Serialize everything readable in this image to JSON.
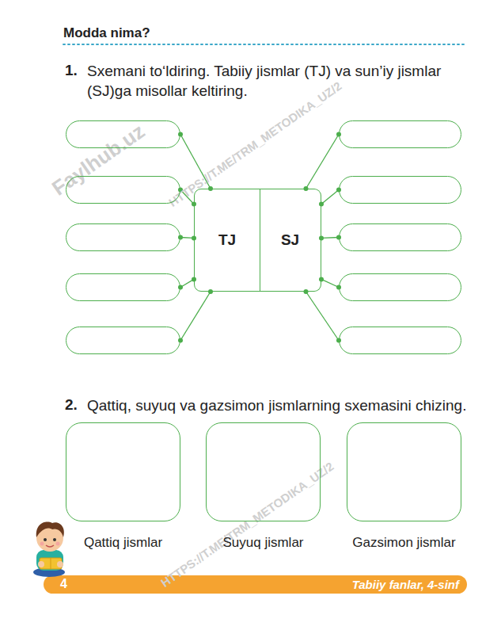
{
  "diagram": {
    "title": "Modda nima?",
    "nodes": [
      {
        "text": []
      },
      {
        "text": []
      },
      {
        "text": []
      },
      {
        "text": []
      },
      {
        "text": []
      },
      {
        "text": [
          "TJ"
        ]
      },
      {
        "text": [
          "SJ"
        ]
      },
      {
        "text": []
      },
      {
        "text": []
      },
      {
        "text": []
      },
      {
        "text": []
      },
      {
        "text": []
      },
      {
        "text": [
          "Qattiq jismlar"
        ]
      },
      {
        "text": [
          "Suyuq jismlar"
        ]
      },
      {
        "text": [
          "Gazsimon jismlar"
        ]
      }
    ],
    "edges": [
      {
        "from": 0,
        "to": 5,
        "arrow": "none"
      },
      {
        "from": 1,
        "to": 5,
        "arrow": "none"
      },
      {
        "from": 2,
        "to": 5,
        "arrow": "none"
      },
      {
        "from": 3,
        "to": 5,
        "arrow": "none"
      },
      {
        "from": 4,
        "to": 5,
        "arrow": "none"
      },
      {
        "from": 6,
        "to": 7,
        "arrow": "none"
      },
      {
        "from": 6,
        "to": 8,
        "arrow": "none"
      },
      {
        "from": 6,
        "to": 9,
        "arrow": "none"
      },
      {
        "from": 6,
        "to": 10,
        "arrow": "none"
      },
      {
        "from": 6,
        "to": 11,
        "arrow": "none"
      }
    ],
    "labels": [
      "1.",
      "Sxemani to‘ldiring. Tabiiy jismlar (TJ) va sun’iy jismlar (SJ)ga misollar keltiring.",
      "2.",
      "Qattiq, suyuq va gazsimon jismlarning sxemasini chizing.",
      "4",
      "Tabiiy fanlar, 4-sinf",
      "Faylhub.uz",
      "HTTPS://T.ME/TRM_METODIKA_UZ/2",
      "HTTPS://T.ME/TRM_METODIKA_UZ/2"
    ]
  }
}
